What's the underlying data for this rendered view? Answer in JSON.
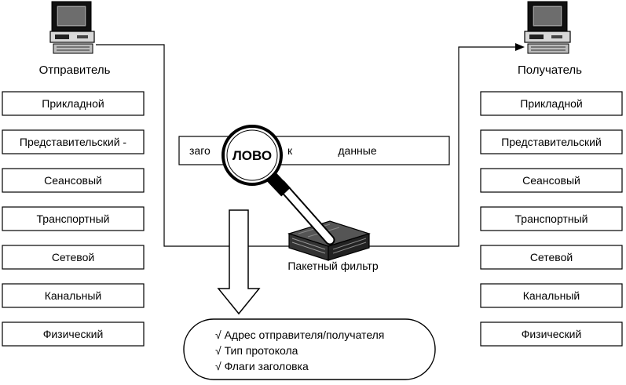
{
  "sender": {
    "title": "Отправитель",
    "layers": [
      "Прикладной",
      "Представительский -",
      "Сеансовый",
      "Транспортный",
      "Сетевой",
      "Канальный",
      "Физический"
    ]
  },
  "receiver": {
    "title": "Получатель",
    "layers": [
      "Прикладной",
      "Представительский",
      "Сеансовый",
      "Транспортный",
      "Сетевой",
      "Канальный",
      "Физический"
    ]
  },
  "packet": {
    "header_left": "заго",
    "header_right": "к",
    "payload": "данные"
  },
  "magnifier": {
    "text": "ЛОВО"
  },
  "filter": {
    "label": "Пакетный фильтр"
  },
  "checks": {
    "items": [
      "√ Адрес отправителя/получателя",
      "√ Тип протокола",
      "√ Флаги заголовка"
    ]
  }
}
